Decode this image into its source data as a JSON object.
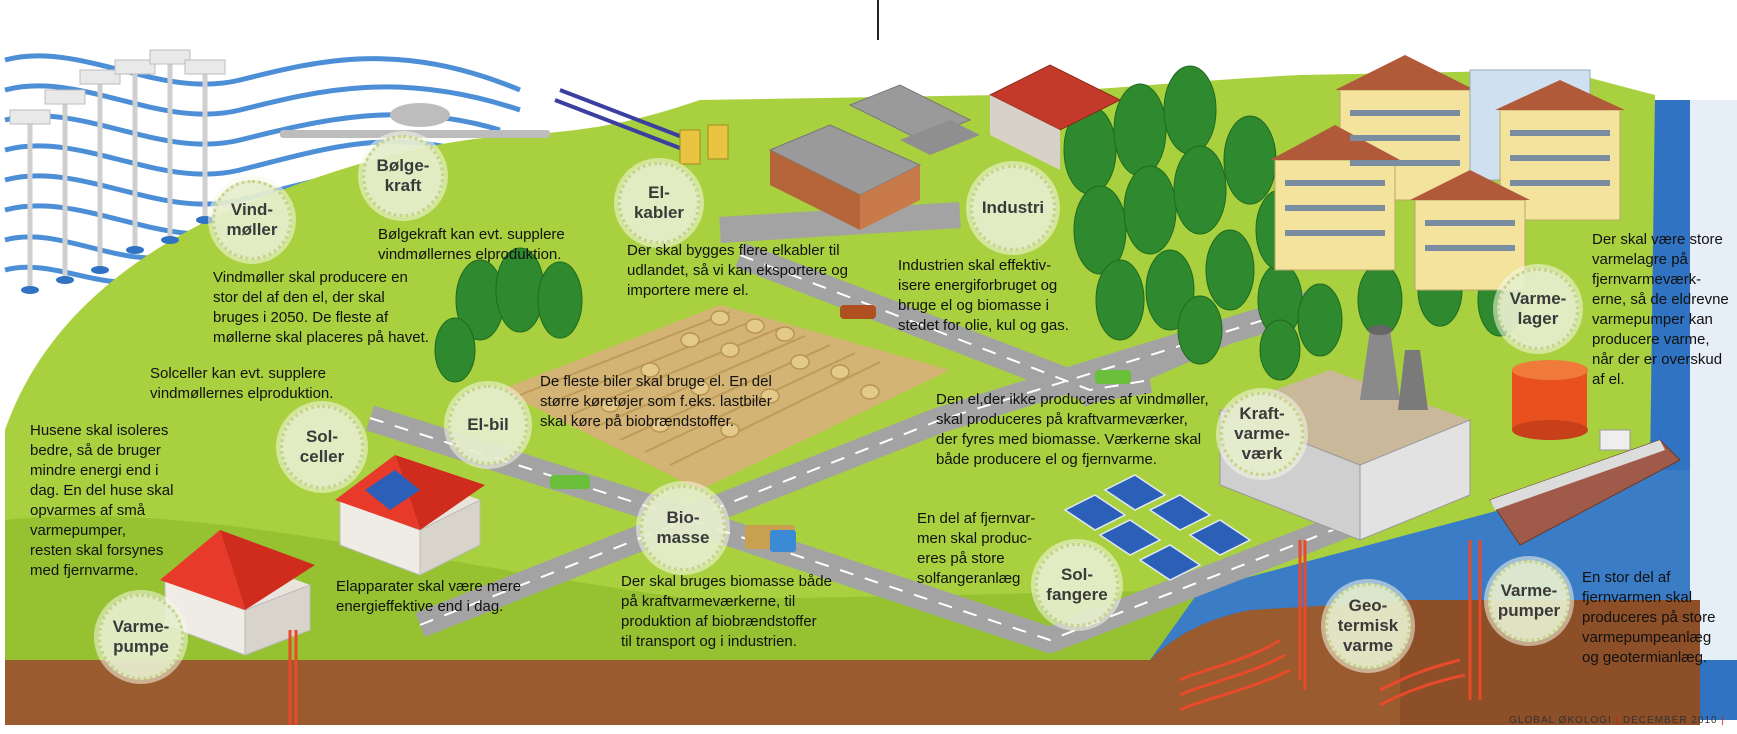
{
  "colors": {
    "grass": "#a8cf3e",
    "grass_dark": "#8cbf2e",
    "soil": "#9a5a2e",
    "sea": "#3f7fc8",
    "road": "#9a9a9a",
    "roof_red": "#e83a2a",
    "pipe": "#e84a2a",
    "tree": "#2f8a2f"
  },
  "labels": {
    "vindmoller": "Vind-\nmøller",
    "bolgekraft": "Bølge-\nkraft",
    "elkabler": "El-\nkabler",
    "industri": "Industri",
    "varmelager": "Varme-\nlager",
    "solceller": "Sol-\nceller",
    "elbil": "El-bil",
    "kraftvarmevaerk": "Kraft-\nvarme-\nværk",
    "biomasse": "Bio-\nmasse",
    "solfangere": "Sol-\nfangere",
    "geotermisk": "Geo-\ntermisk\nvarme",
    "varmepumper": "Varme-\npumper",
    "varmepumpe": "Varme-\npumpe"
  },
  "texts": {
    "bolgekraft": "Bølgekraft kan evt. supplere\nvindmøllernes elproduktion.",
    "vindmoller": "Vindmøller skal producere en\nstor del af den el, der skal\nbruges i 2050. De fleste af\nmøllerne skal placeres på havet.",
    "elkabler": "Der skal bygges flere elkabler til\nudlandet, så vi kan eksportere og\nimportere mere el.",
    "industri": "Industrien skal effektiv-\nisere energiforbruget og\nbruge el og biomasse i\nstedet for olie, kul og gas.",
    "varmelager": "Der skal være store\nvarmelagre på\nfjernvarmeværk-\nerne, så de eldrevne\nvarmepumper kan\nproducere varme,\nnår der er overskud\naf el.",
    "solceller": "Solceller kan evt. supplere\nvindmøllernes elproduktion.",
    "elbil": "De fleste biler skal bruge el. En del\nstørre køretøjer som f.eks. lastbiler\nskal køre på biobrændstoffer.",
    "husene": "Husene skal isoleres\nbedre, så de bruger\nmindre energi end i\ndag. En del huse skal\nopvarmes af små\nvarmepumper,\nresten skal forsynes\nmed fjernvarme.",
    "kraftvarme": "Den el,der ikke produceres af vindmøller,\nskal produceres på kraftvarmeværker,\nder fyres med biomasse. Værkerne skal\nbåde producere el og fjernvarme.",
    "solfangere": "En del af fjernvar-\nmen skal produc-\neres på store\nsolfangeranlæg",
    "elapparater": "Elapparater skal være mere\nenergieffektive end i dag.",
    "biomasse": "Der skal bruges biomasse både\npå kraftvarmeværkerne, til\nproduktion af biobrændstoffer\ntil transport og i industrien.",
    "varmepumpeanlaeg": "En stor del af\nfjernvarmen skal\nproduceres på store\nvarmepumpeanlæg\nog geotermianlæg."
  },
  "footer": {
    "publication": "GLOBAL ØKOLOGI",
    "separator": "|",
    "date": "DECEMBER 2010"
  }
}
